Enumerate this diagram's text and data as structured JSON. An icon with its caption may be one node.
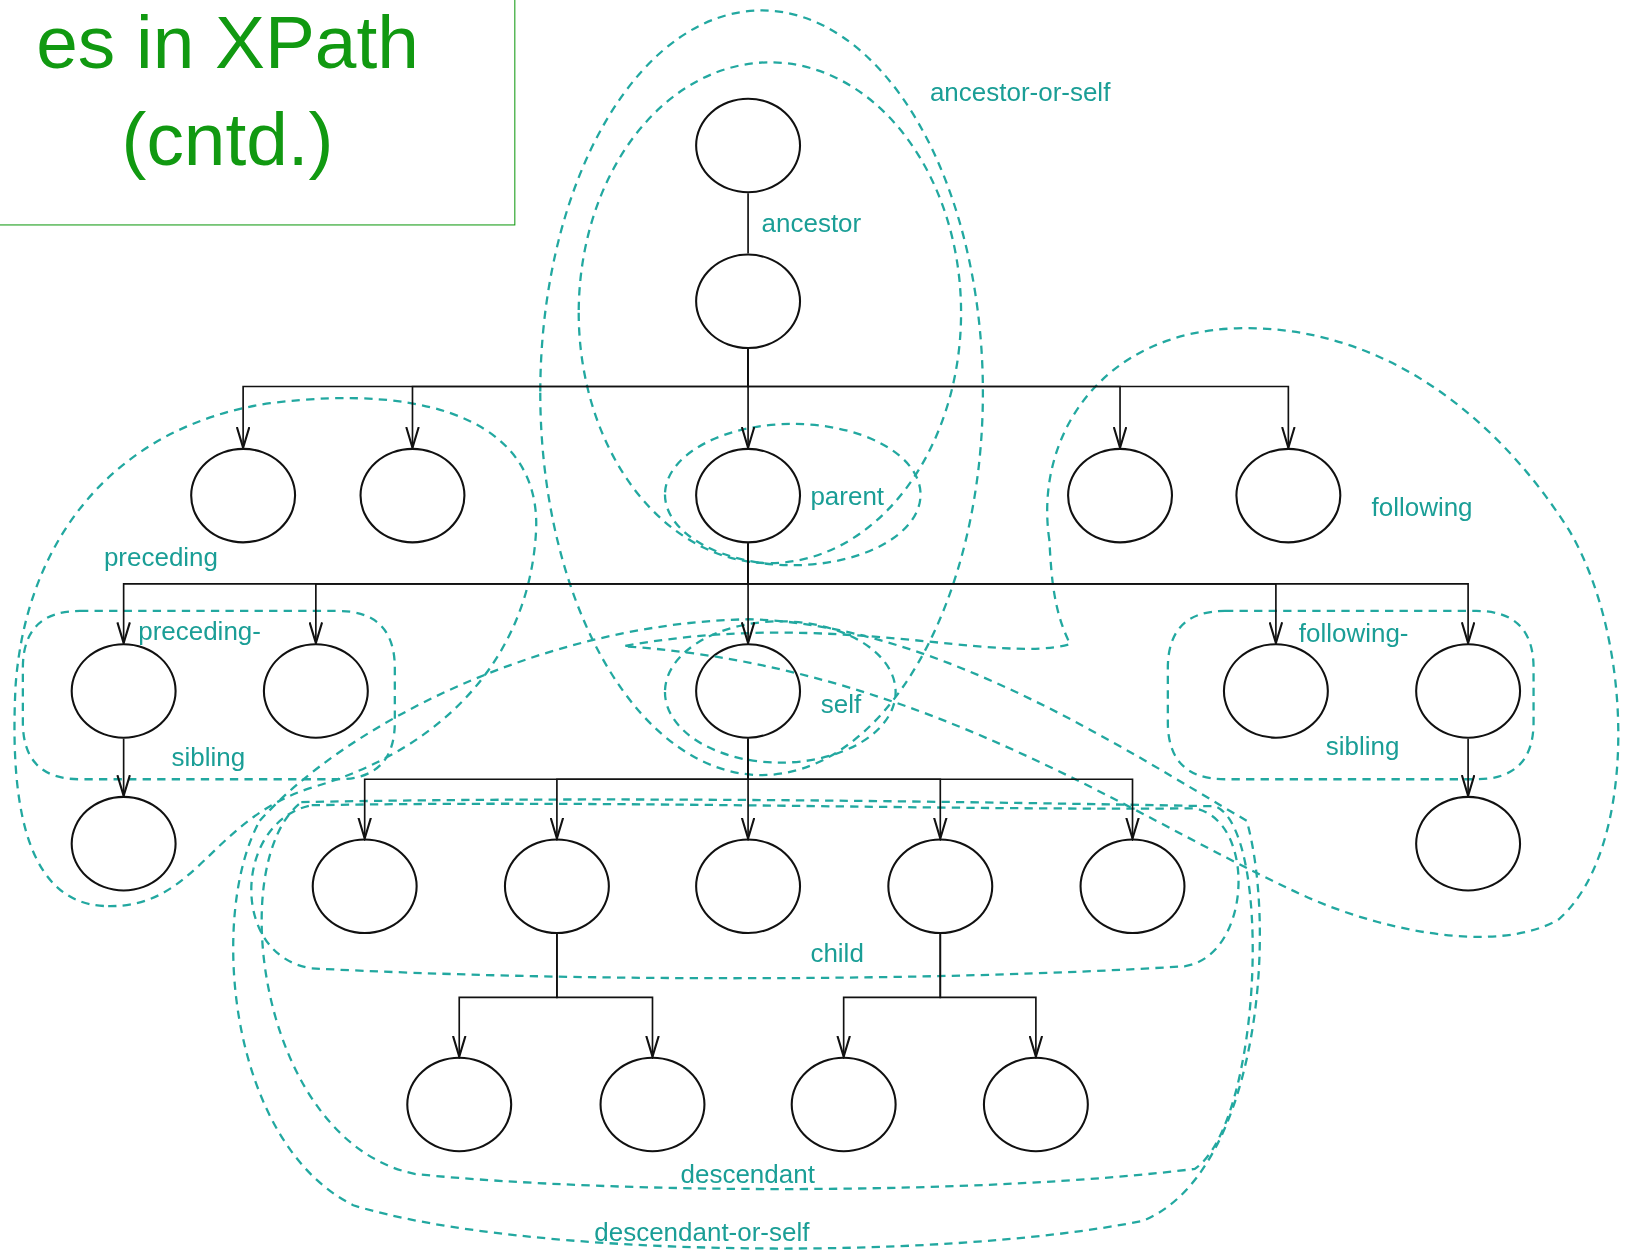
{
  "diagram": {
    "title": "es in XPath (cntd.)",
    "nodes": [
      {
        "text": [],
        "shape": "circle",
        "in": 24
      },
      {
        "text": [],
        "shape": "circle",
        "in": 24
      },
      {
        "text": [],
        "shape": "circle",
        "in": 26
      },
      {
        "text": [],
        "shape": "circle",
        "in": 26
      },
      {
        "text": [],
        "shape": "circle",
        "in": 25
      },
      {
        "text": [],
        "shape": "circle",
        "in": 29
      },
      {
        "text": [],
        "shape": "circle",
        "in": 29
      },
      {
        "text": [],
        "shape": "circle",
        "in": 27
      },
      {
        "text": [],
        "shape": "circle",
        "in": 27
      },
      {
        "text": [],
        "shape": "circle",
        "in": 28
      },
      {
        "text": [],
        "shape": "circle",
        "in": 30
      },
      {
        "text": [],
        "shape": "circle",
        "in": 30
      },
      {
        "text": [],
        "shape": "circle",
        "in": 26
      },
      {
        "text": [],
        "shape": "circle",
        "in": 29
      },
      {
        "text": [],
        "shape": "circle",
        "in": 31
      },
      {
        "text": [],
        "shape": "circle",
        "in": 31
      },
      {
        "text": [],
        "shape": "circle",
        "in": 31
      },
      {
        "text": [],
        "shape": "circle",
        "in": 31
      },
      {
        "text": [],
        "shape": "circle",
        "in": 31
      },
      {
        "text": [],
        "shape": "circle",
        "in": 32
      },
      {
        "text": [],
        "shape": "circle",
        "in": 32
      },
      {
        "text": [],
        "shape": "circle",
        "in": 32
      },
      {
        "text": [],
        "shape": "circle",
        "in": 32
      },
      {
        "text": [
          "ancestor-or-self"
        ]
      },
      {
        "text": [
          "ancestor"
        ],
        "in": 23
      },
      {
        "text": [
          "parent"
        ],
        "in": 24
      },
      {
        "text": [
          "preceding"
        ]
      },
      {
        "text": [
          "preceding-",
          "sibling"
        ],
        "in": 26
      },
      {
        "text": [
          "self"
        ]
      },
      {
        "text": [
          "following"
        ]
      },
      {
        "text": [
          "following-",
          "sibling"
        ],
        "in": 29
      },
      {
        "text": [
          "child"
        ],
        "in": 32
      },
      {
        "text": [
          "descendant"
        ],
        "in": 33
      },
      {
        "text": [
          "descendant-or-self"
        ]
      }
    ],
    "edges": [
      {
        "from": 0,
        "to": 1,
        "arrow": "none"
      },
      {
        "from": 1,
        "to": 2,
        "arrow": "to"
      },
      {
        "from": 1,
        "to": 3,
        "arrow": "to"
      },
      {
        "from": 1,
        "to": 4,
        "arrow": "to"
      },
      {
        "from": 1,
        "to": 5,
        "arrow": "to"
      },
      {
        "from": 1,
        "to": 6,
        "arrow": "to"
      },
      {
        "from": 4,
        "to": 7,
        "arrow": "to"
      },
      {
        "from": 4,
        "to": 8,
        "arrow": "to"
      },
      {
        "from": 4,
        "to": 9,
        "arrow": "to"
      },
      {
        "from": 4,
        "to": 10,
        "arrow": "to"
      },
      {
        "from": 4,
        "to": 11,
        "arrow": "to"
      },
      {
        "from": 7,
        "to": 12,
        "arrow": "to"
      },
      {
        "from": 11,
        "to": 13,
        "arrow": "to"
      },
      {
        "from": 9,
        "to": 14,
        "arrow": "to"
      },
      {
        "from": 9,
        "to": 15,
        "arrow": "to"
      },
      {
        "from": 9,
        "to": 16,
        "arrow": "to"
      },
      {
        "from": 9,
        "to": 17,
        "arrow": "to"
      },
      {
        "from": 9,
        "to": 18,
        "arrow": "to"
      },
      {
        "from": 15,
        "to": 19,
        "arrow": "to"
      },
      {
        "from": 15,
        "to": 20,
        "arrow": "to"
      },
      {
        "from": 17,
        "to": 21,
        "arrow": "to"
      },
      {
        "from": 17,
        "to": 22,
        "arrow": "to"
      }
    ]
  }
}
